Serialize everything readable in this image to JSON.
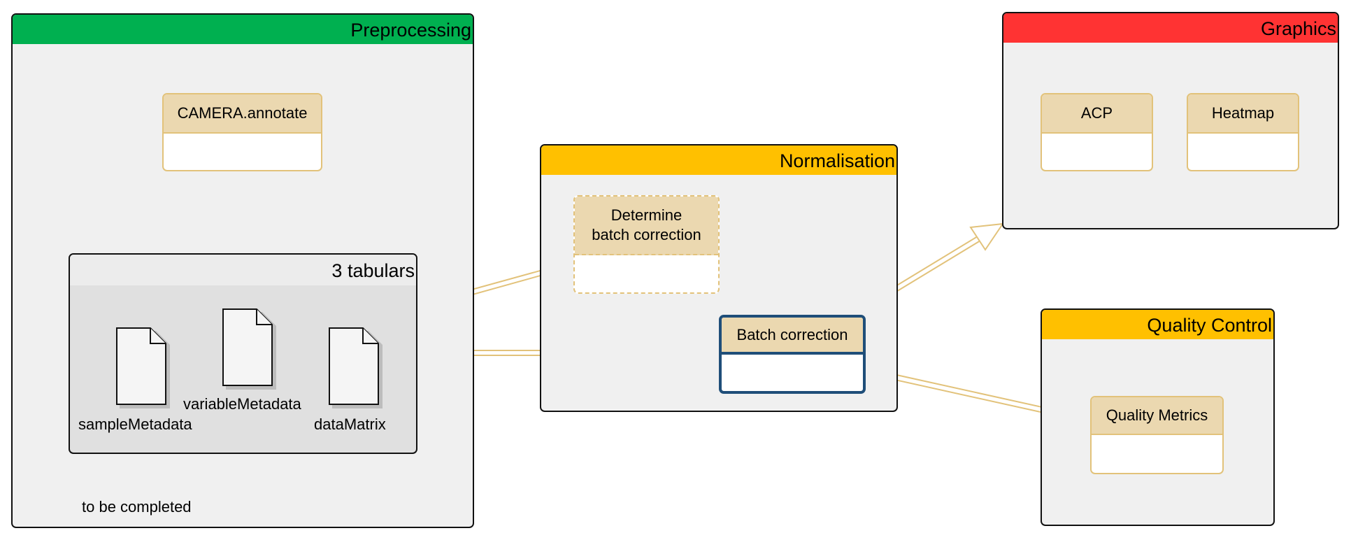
{
  "groups": {
    "preprocessing": {
      "title": "Preprocessing",
      "color": "#00b050"
    },
    "normalisation": {
      "title": "Normalisation",
      "color": "#ffc000"
    },
    "graphics": {
      "title": "Graphics",
      "color": "#ff3333"
    },
    "quality_control": {
      "title": "Quality Control",
      "color": "#ffc000"
    }
  },
  "tools": {
    "camera_annotate": "CAMERA.annotate",
    "determine_batch": "Determine\nbatch correction",
    "batch_correction": "Batch correction",
    "acp": "ACP",
    "heatmap": "Heatmap",
    "quality_metrics": "Quality Metrics"
  },
  "tabulars": {
    "title": "3 tabulars",
    "files": [
      "sampleMetadata",
      "variableMetadata",
      "dataMatrix"
    ]
  },
  "annotation": "to be completed",
  "colors": {
    "tool_fill": "#ebd8b0",
    "tool_border": "#e2c27a",
    "selected_border": "#1f4e79",
    "connector": "#e2c27a"
  }
}
